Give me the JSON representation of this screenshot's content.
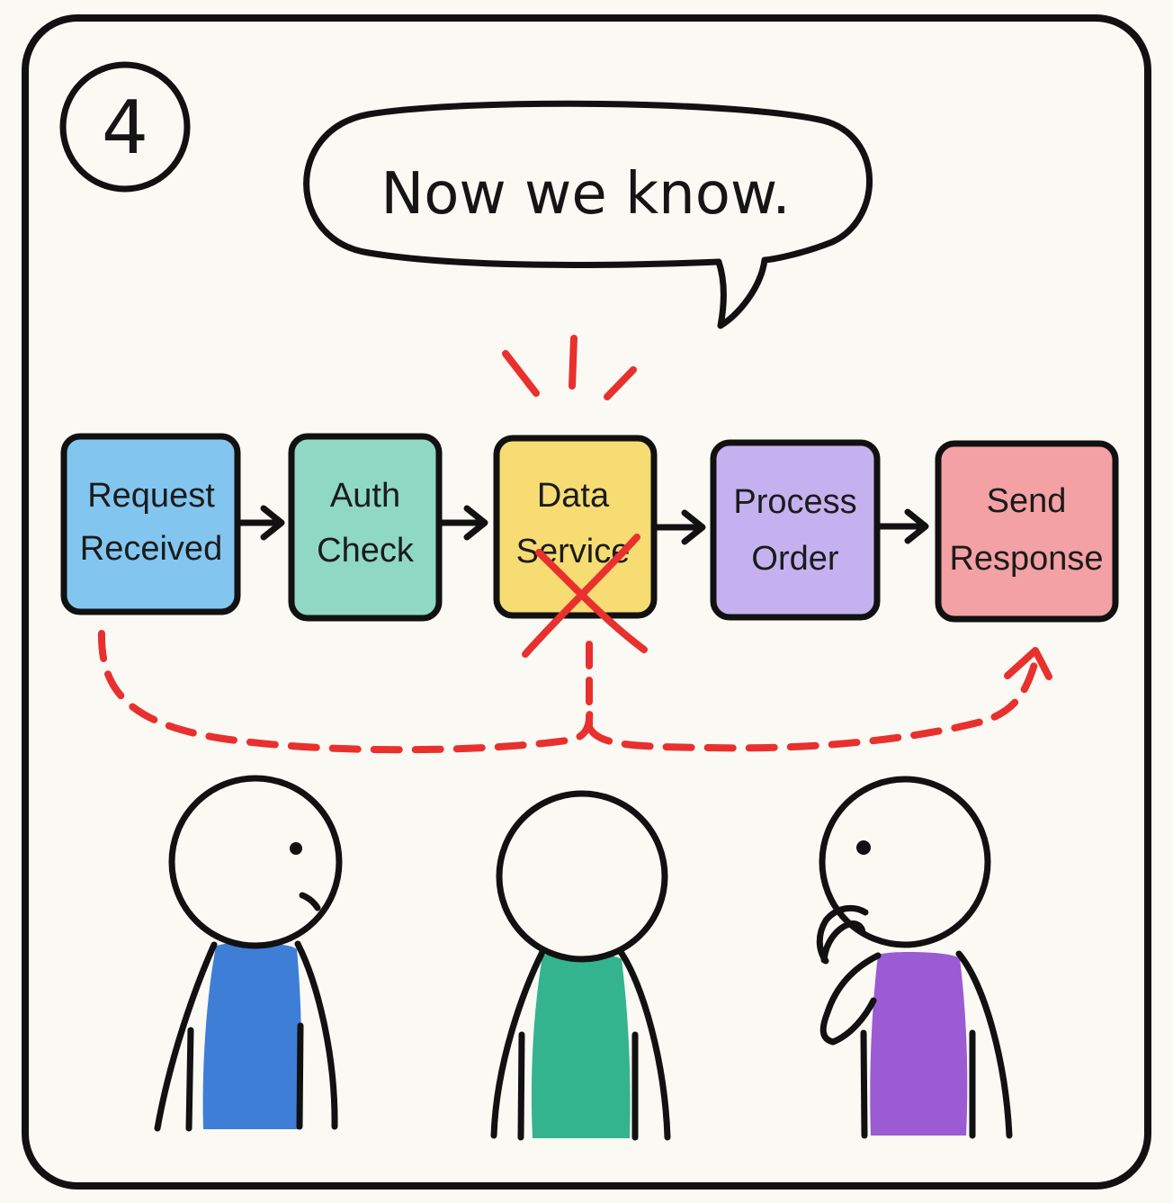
{
  "panel": {
    "number": "4",
    "speech": "Now we know."
  },
  "pipeline": {
    "steps": [
      {
        "line1": "Request",
        "line2": "Received",
        "color": "#82c6ef",
        "status": "ok"
      },
      {
        "line1": "Auth",
        "line2": "Check",
        "color": "#8fd8c1",
        "status": "ok"
      },
      {
        "line1": "Data",
        "line2": "Service",
        "color": "#f6dc73",
        "status": "failed"
      },
      {
        "line1": "Process",
        "line2": "Order",
        "color": "#c5b1ef",
        "status": "ok"
      },
      {
        "line1": "Send",
        "line2": "Response",
        "color": "#f3a1a4",
        "status": "ok"
      }
    ],
    "failure_color": "#e8312f"
  },
  "characters": [
    {
      "shirt_color": "#3f7ed6",
      "pose": "side-glance"
    },
    {
      "shirt_color": "#33b48f",
      "pose": "neutral"
    },
    {
      "shirt_color": "#9b5bd3",
      "pose": "thinking"
    }
  ]
}
